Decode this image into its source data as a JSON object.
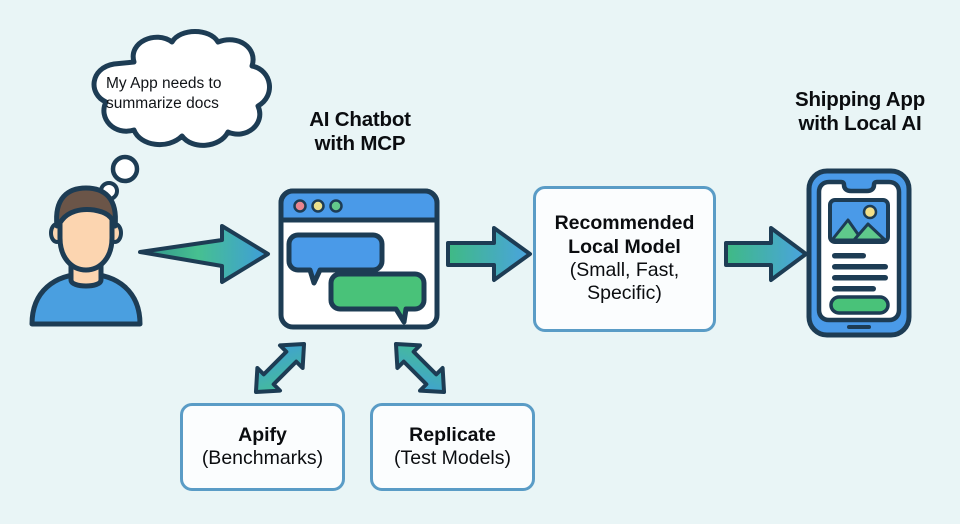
{
  "background_color": "#e9f5f6",
  "thought_bubble": {
    "text": "My App needs to summarize docs",
    "line1": "My App needs to",
    "line2": "summarize docs"
  },
  "titles": {
    "chatbot": "AI Chatbot with MCP",
    "chatbot_line1": "AI Chatbot",
    "chatbot_line2": "with MCP",
    "phone": "Shipping App with Local AI",
    "phone_line1": "Shipping App",
    "phone_line2": "with Local AI"
  },
  "nodes": {
    "recommended_model": {
      "heading_line1": "Recommended",
      "heading_line2": "Local Model",
      "sub_line1": "(Small, Fast,",
      "sub_line2": "Specific)"
    },
    "apify": {
      "heading": "Apify",
      "sub": "(Benchmarks)"
    },
    "replicate": {
      "heading": "Replicate",
      "sub": "(Test Models)"
    }
  },
  "icons": {
    "person": "person-avatar-icon",
    "chatbot": "browser-chat-window-icon",
    "phone": "smartphone-app-icon",
    "arrow_right": "arrow-right-icon",
    "arrow_double_diagonal": "double-headed-arrow-icon"
  },
  "colors": {
    "outline": "#1d3c54",
    "box_border": "#5a9cc6",
    "arrow_green": "#44c07e",
    "arrow_blue": "#3f9ddb",
    "window_titlebar": "#4a9ae8",
    "bubble_blue": "#4a9ae8",
    "bubble_green": "#49c279",
    "shirt_blue": "#4a9fe0",
    "hair_brown": "#6b5548",
    "skin": "#fcd5b0",
    "dot_red": "#e8848f",
    "dot_yellow": "#ece18c",
    "dot_green": "#63c98a",
    "phone_body": "#4a9ae8",
    "phone_button_green": "#49c279",
    "sun_yellow": "#f2e08a"
  }
}
